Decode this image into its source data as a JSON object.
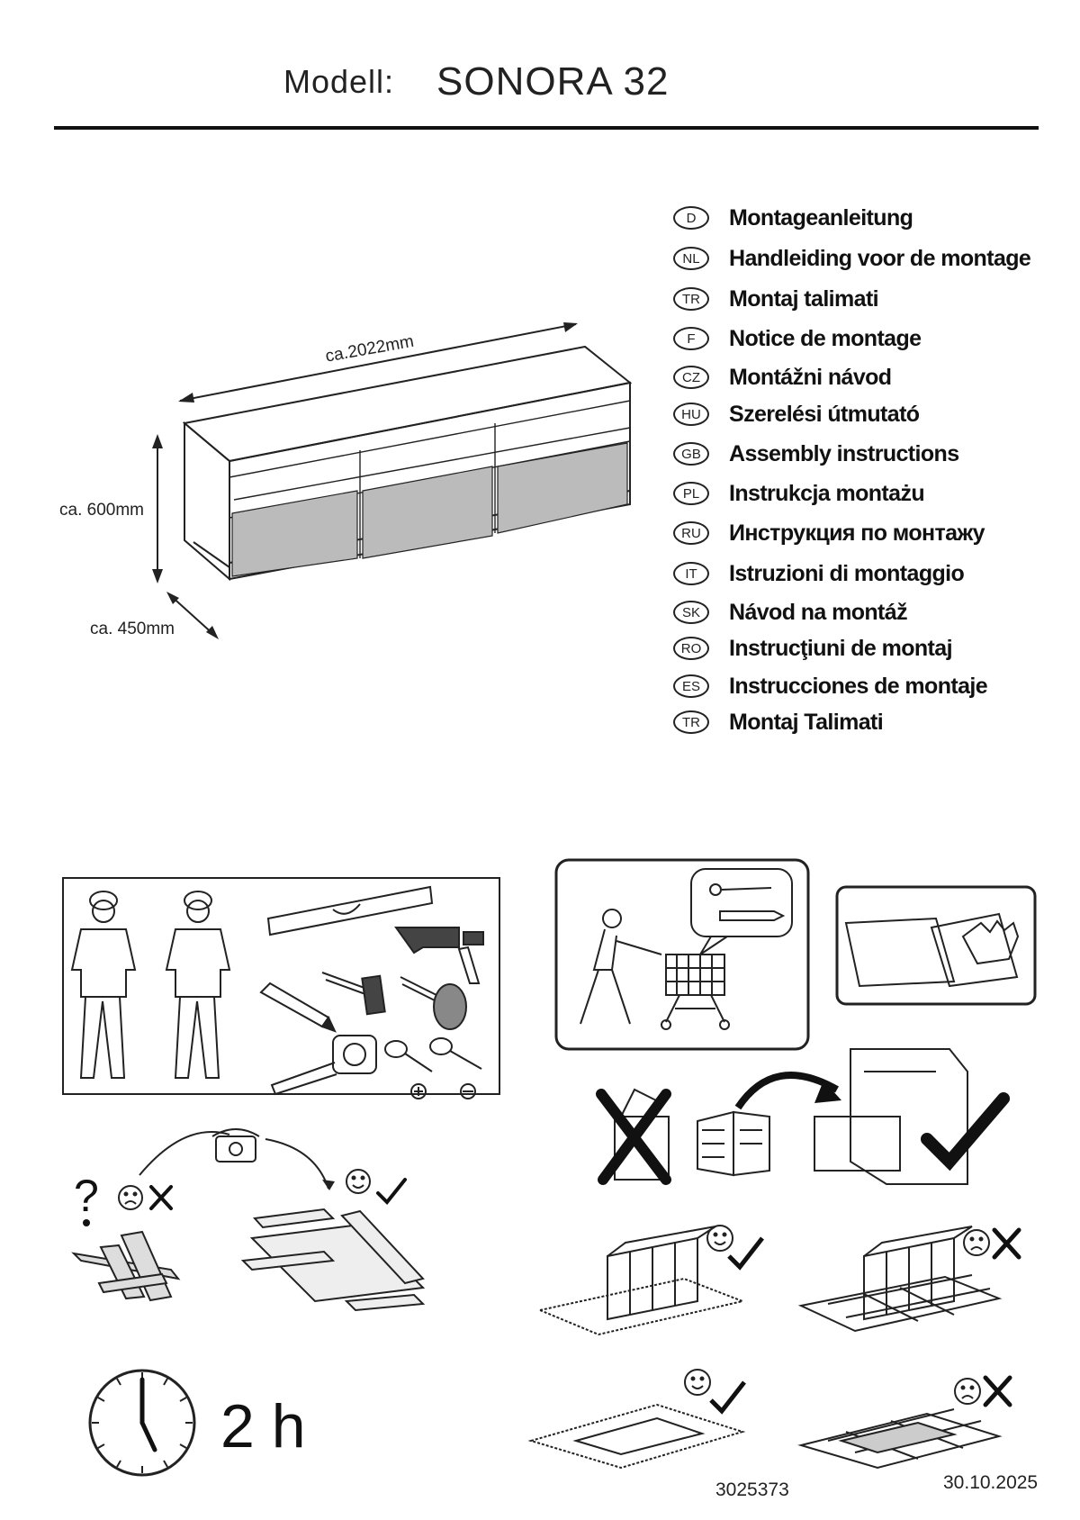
{
  "header": {
    "label": "Modell:",
    "model": "SONORA 32"
  },
  "dimensions": {
    "width": "ca.2022mm",
    "height": "ca. 600mm",
    "depth": "ca. 450mm"
  },
  "languages": [
    {
      "code": "D",
      "title": "Montageanleitung"
    },
    {
      "code": "NL",
      "title": "Handleiding voor de montage"
    },
    {
      "code": "TR",
      "title": "Montaj talimati"
    },
    {
      "code": "F",
      "title": "Notice de montage"
    },
    {
      "code": "CZ",
      "title": "Montážni návod"
    },
    {
      "code": "HU",
      "title": "Szerelési útmutató"
    },
    {
      "code": "GB",
      "title": "Assembly instructions"
    },
    {
      "code": "PL",
      "title": "Instrukcja montażu"
    },
    {
      "code": "RU",
      "title": "Инструкция по монтажу"
    },
    {
      "code": "IT",
      "title": "Istruzioni di montaggio"
    },
    {
      "code": "SK",
      "title": "Návod na montáž"
    },
    {
      "code": "RO",
      "title": "Instrucţiuni de montaj"
    },
    {
      "code": "ES",
      "title": "Instrucciones de montaje"
    },
    {
      "code": "TR",
      "title": "Montaj Talimati"
    }
  ],
  "assembly_time": "2 h",
  "footer": {
    "article_number": "3025373",
    "date": "30.10.2025"
  },
  "icons": {
    "question_mark": "?",
    "phone": "phone-icon",
    "check": "check-icon",
    "cross": "cross-icon"
  }
}
